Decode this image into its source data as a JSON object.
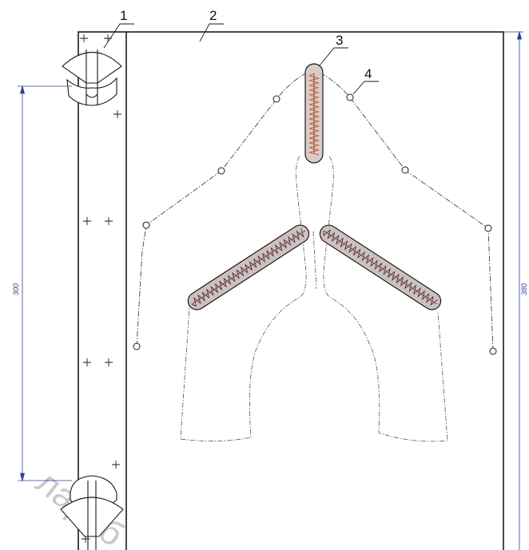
{
  "callouts": {
    "frame": "1",
    "board": "2",
    "slot_top": "3",
    "hole": "4"
  },
  "dimensions": {
    "left_height": "300",
    "right_height": "380"
  },
  "watermark": "лараб",
  "colors": {
    "line": "#1a1a1a",
    "dimension": "#2e3f8f",
    "slot_stitch": "#c8642a",
    "slot_fill": "#cfc0c0"
  }
}
